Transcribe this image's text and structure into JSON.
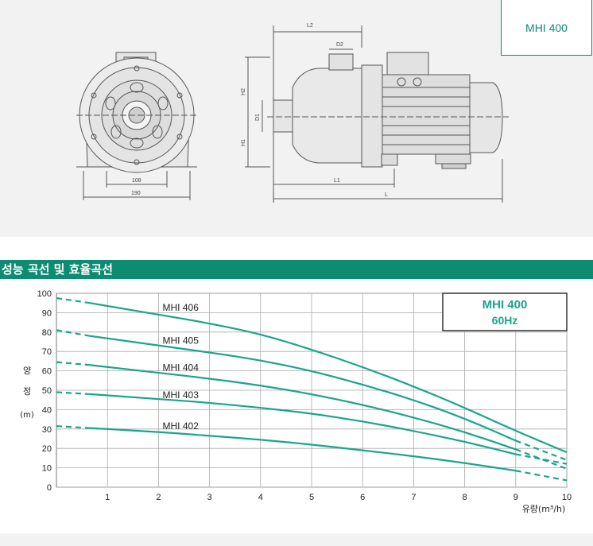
{
  "model_label": "MHI 400",
  "dimension_labels": {
    "front_width_inner": "108",
    "front_width_outer": "190",
    "side_L2": "L2",
    "side_D2": "D2",
    "side_H2": "H2",
    "side_D1": "D1",
    "side_H1": "H1",
    "side_L1": "L1",
    "side_L": "L"
  },
  "section_title": "성능 곡선 및 효율곡선",
  "chart_data": {
    "type": "line",
    "title": "MHI 400",
    "subtitle": "60Hz",
    "xlabel": "유량(m³/h)",
    "ylabel": [
      "양",
      "정",
      "(m)"
    ],
    "xlim": [
      0,
      10
    ],
    "ylim": [
      0,
      100
    ],
    "x_ticks": [
      1,
      2,
      3,
      4,
      5,
      6,
      7,
      8,
      9,
      10
    ],
    "y_ticks": [
      0,
      10,
      20,
      30,
      40,
      50,
      60,
      70,
      80,
      90,
      100
    ],
    "grid": true,
    "line_color": "#1aa58a",
    "series": [
      {
        "name": "MHI 406",
        "label_at": [
          0.6,
          91
        ],
        "solid": [
          [
            0.65,
            95
          ],
          [
            2,
            89
          ],
          [
            3,
            84.5
          ],
          [
            4,
            79
          ],
          [
            5,
            71
          ],
          [
            6,
            62
          ],
          [
            7,
            52
          ],
          [
            8,
            41
          ],
          [
            9,
            29
          ],
          [
            10,
            18
          ]
        ],
        "dash_start": [
          [
            0,
            97.5
          ],
          [
            0.65,
            95
          ]
        ]
      },
      {
        "name": "MHI 405",
        "label_at": [
          0.6,
          74
        ],
        "solid": [
          [
            0.65,
            78
          ],
          [
            2,
            73
          ],
          [
            3,
            69.5
          ],
          [
            4,
            65.5
          ],
          [
            5,
            60
          ],
          [
            6,
            53
          ],
          [
            7,
            45
          ],
          [
            8,
            35.5
          ],
          [
            9,
            24
          ]
        ],
        "dash_start": [
          [
            0,
            81
          ],
          [
            0.65,
            78
          ]
        ],
        "dash_end": [
          [
            9,
            24
          ],
          [
            10,
            14
          ]
        ]
      },
      {
        "name": "MHI 404",
        "label_at": [
          0.6,
          60
        ],
        "solid": [
          [
            0.65,
            63
          ],
          [
            2,
            59
          ],
          [
            3,
            56
          ],
          [
            4,
            52.5
          ],
          [
            5,
            48
          ],
          [
            6,
            42.5
          ],
          [
            7,
            36
          ],
          [
            8,
            28.5
          ],
          [
            9,
            19.5
          ]
        ],
        "dash_start": [
          [
            0,
            64.5
          ],
          [
            0.65,
            63
          ]
        ],
        "dash_end": [
          [
            9,
            19.5
          ],
          [
            10,
            9.5
          ]
        ]
      },
      {
        "name": "MHI 403",
        "label_at": [
          0.6,
          46
        ],
        "solid": [
          [
            0.65,
            48
          ],
          [
            2,
            45.5
          ],
          [
            3,
            43.5
          ],
          [
            4,
            41
          ],
          [
            5,
            38
          ],
          [
            6,
            34
          ],
          [
            7,
            29
          ],
          [
            8,
            23.5
          ],
          [
            9,
            17
          ]
        ],
        "dash_start": [
          [
            0,
            49
          ],
          [
            0.65,
            48
          ]
        ],
        "dash_end": [
          [
            9,
            17
          ],
          [
            10,
            12
          ]
        ]
      },
      {
        "name": "MHI 402",
        "label_at": [
          0.6,
          30
        ],
        "solid": [
          [
            0.65,
            30.5
          ],
          [
            2,
            28.5
          ],
          [
            3,
            26.5
          ],
          [
            4,
            24.5
          ],
          [
            5,
            22
          ],
          [
            6,
            19
          ],
          [
            7,
            16
          ],
          [
            8,
            12.5
          ],
          [
            9,
            8.5
          ]
        ],
        "dash_start": [
          [
            0,
            31.5
          ],
          [
            0.65,
            30.5
          ]
        ],
        "dash_end": [
          [
            9,
            8.5
          ],
          [
            10,
            3.5
          ]
        ]
      }
    ]
  }
}
